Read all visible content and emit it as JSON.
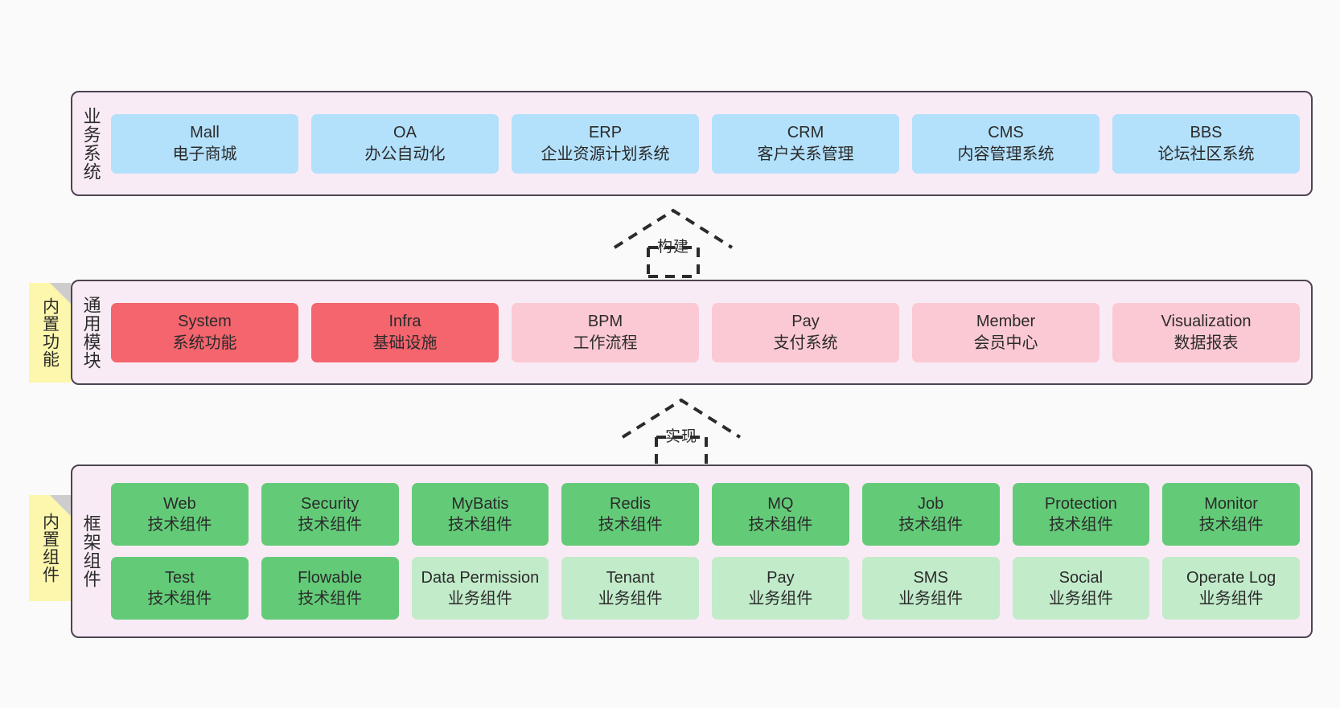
{
  "diagram": {
    "background_color": "#fafafa",
    "layer_fill": "#f9ebf5",
    "layer_border": "#4c4452",
    "sticky_color": "#fcf7ac",
    "colors": {
      "blue": "#b3e0fb",
      "red": "#f4656e",
      "pink": "#fbc9d3",
      "green": "#63cb78",
      "green_light": "#c2ebca"
    }
  },
  "layers": [
    {
      "id": "business-system",
      "title": "业务系统",
      "rows": [
        {
          "cards": [
            {
              "name": "Mall",
              "sub": "电子商城",
              "color": "blue"
            },
            {
              "name": "OA",
              "sub": "办公自动化",
              "color": "blue"
            },
            {
              "name": "ERP",
              "sub": "企业资源计划系统",
              "color": "blue"
            },
            {
              "name": "CRM",
              "sub": "客户关系管理",
              "color": "blue"
            },
            {
              "name": "CMS",
              "sub": "内容管理系统",
              "color": "blue"
            },
            {
              "name": "BBS",
              "sub": "论坛社区系统",
              "color": "blue"
            }
          ]
        }
      ]
    },
    {
      "id": "common-module",
      "title": "通用模块",
      "sticky": "内置功能",
      "rows": [
        {
          "cards": [
            {
              "name": "System",
              "sub": "系统功能",
              "color": "red"
            },
            {
              "name": "Infra",
              "sub": "基础设施",
              "color": "red"
            },
            {
              "name": "BPM",
              "sub": "工作流程",
              "color": "pink"
            },
            {
              "name": "Pay",
              "sub": "支付系统",
              "color": "pink"
            },
            {
              "name": "Member",
              "sub": "会员中心",
              "color": "pink"
            },
            {
              "name": "Visualization",
              "sub": "数据报表",
              "color": "pink"
            }
          ]
        }
      ]
    },
    {
      "id": "framework-component",
      "title": "框架组件",
      "sticky": "内置组件",
      "rows": [
        {
          "cards": [
            {
              "name": "Web",
              "sub": "技术组件",
              "color": "green"
            },
            {
              "name": "Security",
              "sub": "技术组件",
              "color": "green"
            },
            {
              "name": "MyBatis",
              "sub": "技术组件",
              "color": "green"
            },
            {
              "name": "Redis",
              "sub": "技术组件",
              "color": "green"
            },
            {
              "name": "MQ",
              "sub": "技术组件",
              "color": "green"
            },
            {
              "name": "Job",
              "sub": "技术组件",
              "color": "green"
            },
            {
              "name": "Protection",
              "sub": "技术组件",
              "color": "green"
            },
            {
              "name": "Monitor",
              "sub": "技术组件",
              "color": "green"
            }
          ]
        },
        {
          "cards": [
            {
              "name": "Test",
              "sub": "技术组件",
              "color": "green"
            },
            {
              "name": "Flowable",
              "sub": "技术组件",
              "color": "green"
            },
            {
              "name": "Data Permission",
              "sub": "业务组件",
              "color": "green_light"
            },
            {
              "name": "Tenant",
              "sub": "业务组件",
              "color": "green_light"
            },
            {
              "name": "Pay",
              "sub": "业务组件",
              "color": "green_light"
            },
            {
              "name": "SMS",
              "sub": "业务组件",
              "color": "green_light"
            },
            {
              "name": "Social",
              "sub": "业务组件",
              "color": "green_light"
            },
            {
              "name": "Operate Log",
              "sub": "业务组件",
              "color": "green_light"
            }
          ]
        }
      ]
    }
  ],
  "connectors": [
    {
      "id": "build",
      "label": "构建"
    },
    {
      "id": "implement",
      "label": "实现"
    }
  ]
}
